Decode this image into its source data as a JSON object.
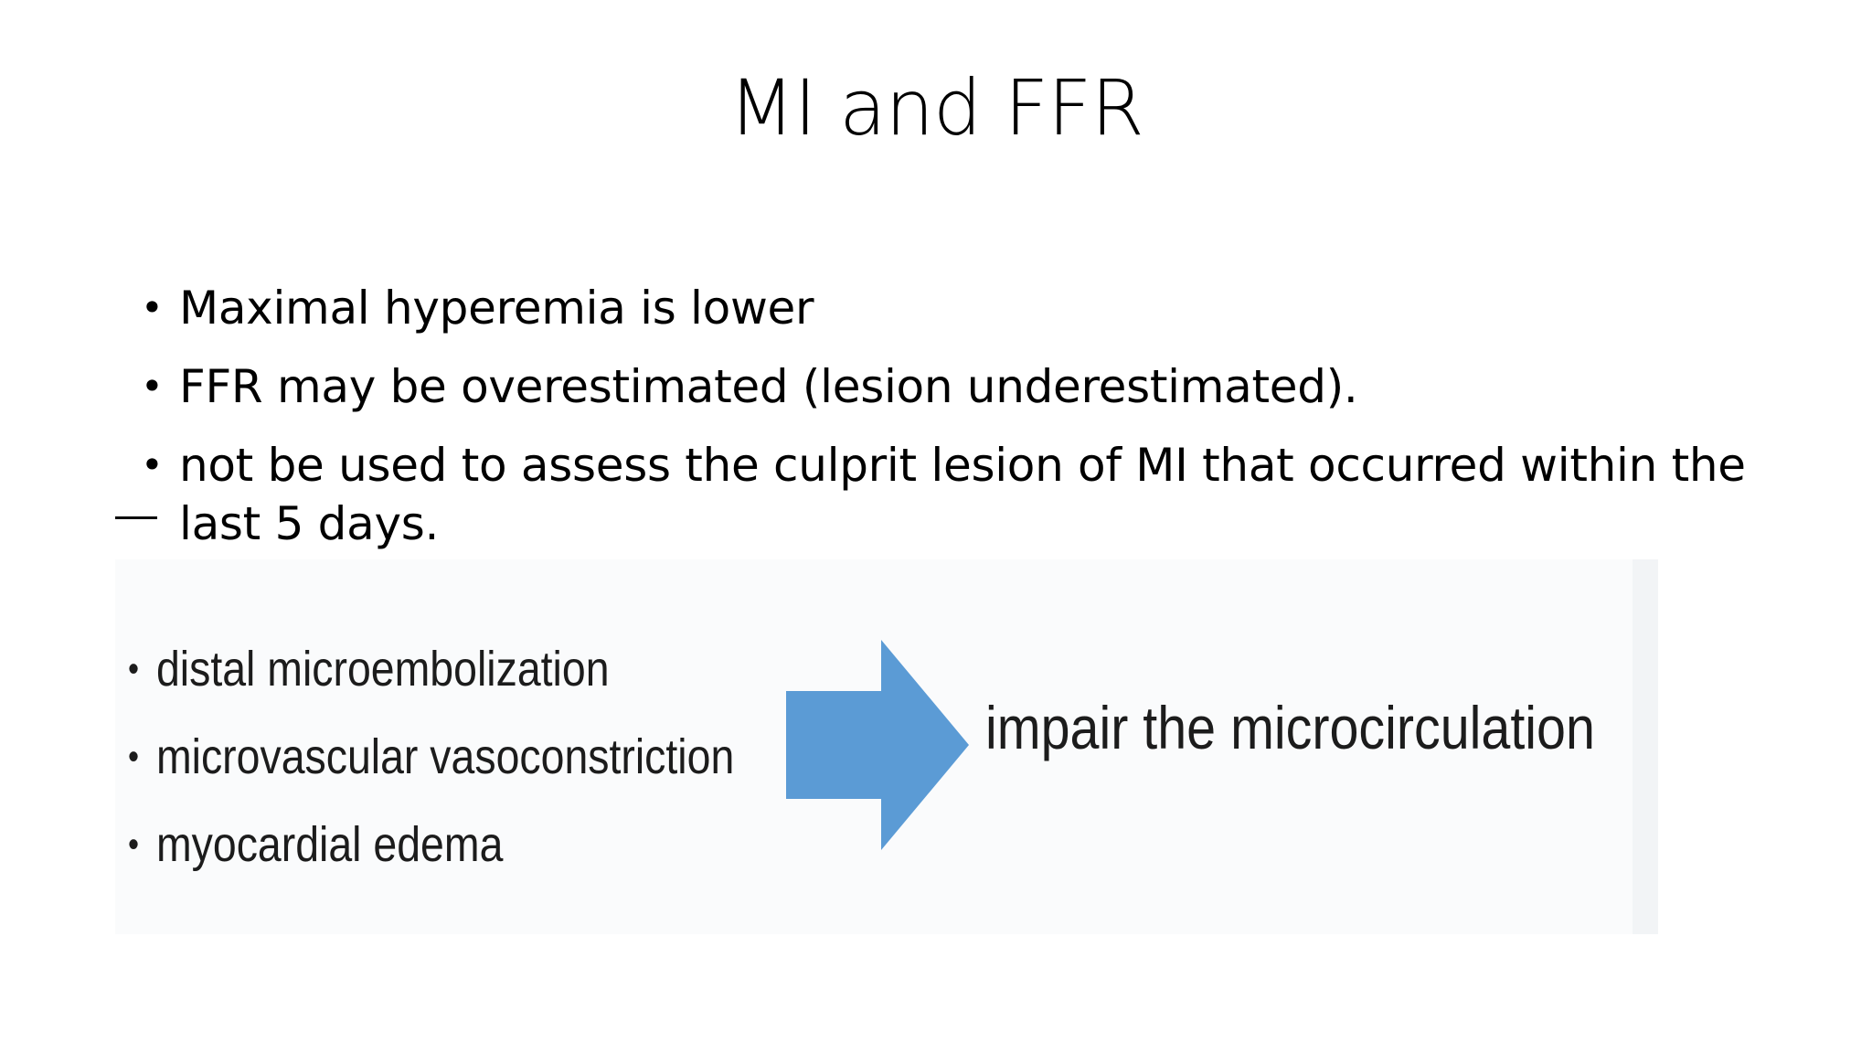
{
  "slide": {
    "title": "MI and FFR",
    "bullets": [
      "Maximal hyperemia is lower",
      "FFR may be overestimated (lesion underestimated).",
      "not be used to assess the culprit lesion of MI that occurred within the last 5 days."
    ],
    "bullet_symbol": "•"
  },
  "picture": {
    "causes": [
      "distal microembolization",
      "microvascular vasoconstriction",
      "myocardial edema"
    ],
    "arrow_color": "#5b9bd5",
    "arrow_icon": "right-arrow-icon",
    "result": "impair the microcirculation"
  }
}
